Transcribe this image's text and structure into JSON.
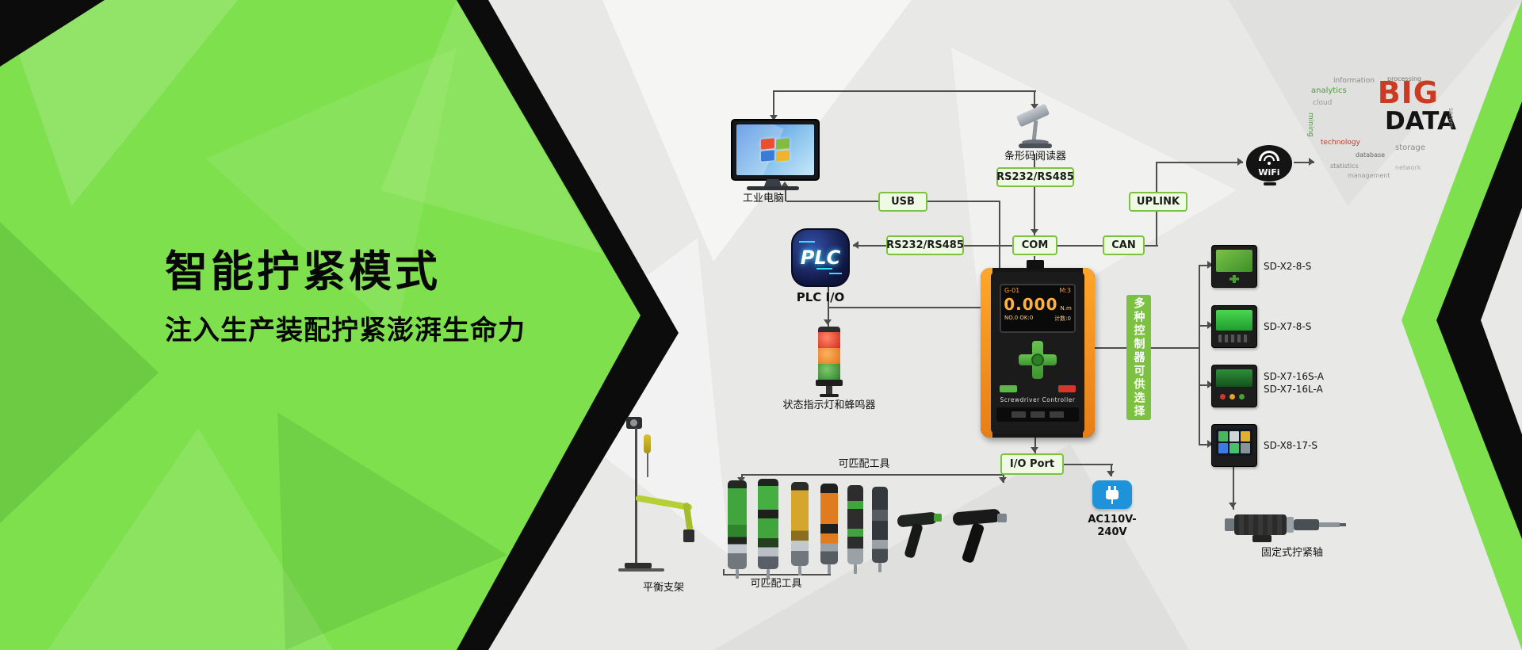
{
  "hero": {
    "title": "智能拧紧模式",
    "subtitle": "注入生产装配拧紧澎湃生命力"
  },
  "labels": {
    "industrial_pc": "工业电脑",
    "barcode_reader": "条形码阅读器",
    "plc_io": "PLC I/O",
    "status_light": "状态指示灯和蜂鸣器",
    "tools_top": "可匹配工具",
    "tools_bottom": "可匹配工具",
    "balance_stand": "平衡支架",
    "fixed_spindle": "固定式拧紧轴",
    "power": "AC110V-240V",
    "controller_options": "多种控制器可供选择"
  },
  "tags": {
    "rs232_top": "RS232/RS485",
    "rs232_mid": "RS232/RS485",
    "usb": "USB",
    "uplink": "UPLINK",
    "com": "COM",
    "can": "CAN",
    "io_port": "I/O Port"
  },
  "plc": {
    "text": "PLC"
  },
  "wifi": {
    "wi": "Wi",
    "fi": "Fi"
  },
  "bigdata": {
    "big": "BIG",
    "data": "DATA",
    "words": [
      "information",
      "analytics",
      "storage",
      "technology",
      "database",
      "cloud",
      "statistics",
      "processing",
      "mining",
      "network",
      "management",
      "server"
    ]
  },
  "controller": {
    "brand": "Screwdriver Controller",
    "screen": {
      "top_left": "G-01",
      "top_right": "M:3",
      "value": "0.000",
      "unit": "N.m",
      "bottom_left": "NO.0 OK:0",
      "bottom_right": "计数:0"
    }
  },
  "products": [
    {
      "label": "SD-X2-8-S"
    },
    {
      "label": "SD-X7-8-S"
    },
    {
      "label": "SD-X7-16S-A",
      "label2": "SD-X7-16L-A"
    },
    {
      "label": "SD-X8-17-S"
    }
  ],
  "colors": {
    "brand_green": "#7fe04e",
    "tag_green": "#7cc142",
    "device_orange": "#f7941d",
    "power_blue": "#1e93d9",
    "bigdata_red": "#cc3a21"
  }
}
